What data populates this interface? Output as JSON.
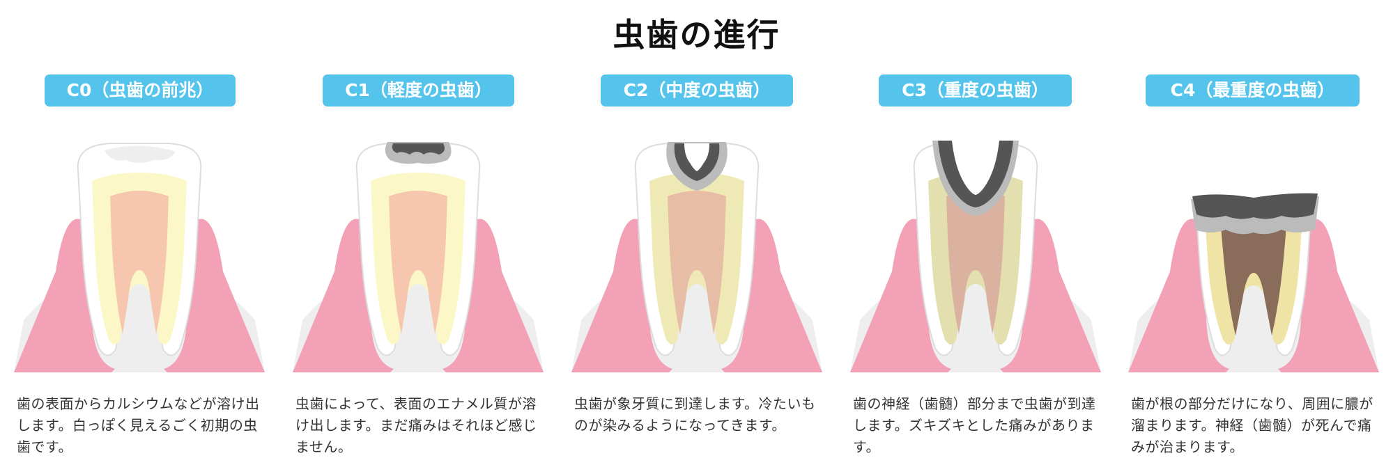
{
  "title": "虫歯の進行",
  "stages": [
    {
      "label": "C0（虫歯の前兆）",
      "desc": "歯の表面からカルシウムなどが溶け出します。白っぽく見えるごく初期の虫歯です。"
    },
    {
      "label": "C1（軽度の虫歯）",
      "desc": "虫歯によって、表面のエナメル質が溶け出します。まだ痛みはそれほど感じません。"
    },
    {
      "label": "C2（中度の虫歯）",
      "desc": "虫歯が象牙質に到達します。冷たいものが染みるようになってきます。"
    },
    {
      "label": "C3（重度の虫歯）",
      "desc": "歯の神経（歯髄）部分まで虫歯が到達します。ズキズキとした痛みがあります。"
    },
    {
      "label": "C4（最重度の虫歯）",
      "desc": "歯が根の部分だけになり、周囲に膿が溜まります。神経（歯髄）が死んで痛みが治まります。"
    }
  ],
  "colors": {
    "label_bg": "#55c4ec",
    "gum": "#f2a1b6",
    "bone": "#eeeeee",
    "enamel": "#ffffff",
    "dentin": "#fbf7c6",
    "pulp": "#f6c7ae",
    "decay": "#555555"
  }
}
